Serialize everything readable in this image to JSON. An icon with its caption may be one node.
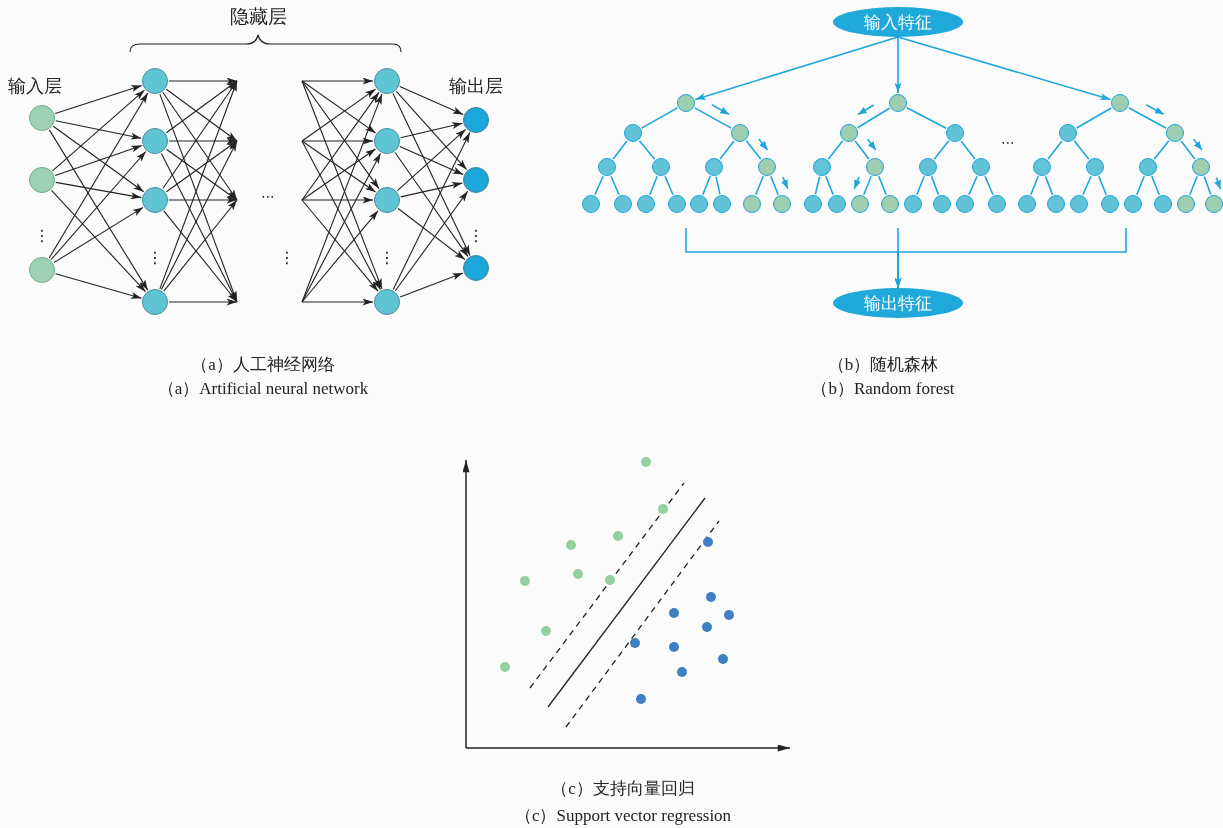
{
  "diagram": {
    "nodes": [
      {
        "text": [],
        "shape": "circle"
      },
      {
        "text": [],
        "shape": "circle"
      },
      {
        "text": [],
        "shape": "circle"
      },
      {
        "text": [],
        "shape": "circle"
      },
      {
        "text": [],
        "shape": "circle"
      },
      {
        "text": [],
        "shape": "circle"
      },
      {
        "text": [],
        "shape": "circle"
      },
      {
        "text": [],
        "shape": "circle"
      },
      {
        "text": [],
        "shape": "circle"
      },
      {
        "text": [],
        "shape": "circle"
      },
      {
        "text": [],
        "shape": "circle"
      },
      {
        "text": [],
        "shape": "circle"
      },
      {
        "text": [],
        "shape": "circle"
      },
      {
        "text": [],
        "shape": "circle"
      },
      {
        "text": [
          "输入特征"
        ]
      },
      {
        "text": [],
        "shape": "circle"
      },
      {
        "text": [],
        "shape": "circle"
      },
      {
        "text": [],
        "shape": "circle"
      },
      {
        "text": [],
        "shape": "circle"
      },
      {
        "text": [],
        "shape": "circle"
      },
      {
        "text": [],
        "shape": "circle"
      },
      {
        "text": [],
        "shape": "circle"
      },
      {
        "text": [],
        "shape": "circle"
      },
      {
        "text": [],
        "shape": "circle"
      },
      {
        "text": [],
        "shape": "circle"
      },
      {
        "text": [],
        "shape": "circle"
      },
      {
        "text": [],
        "shape": "circle"
      },
      {
        "text": [],
        "shape": "circle"
      },
      {
        "text": [],
        "shape": "circle"
      },
      {
        "text": [],
        "shape": "circle"
      },
      {
        "text": [],
        "shape": "circle"
      },
      {
        "text": [],
        "shape": "circle"
      },
      {
        "text": [],
        "shape": "circle"
      },
      {
        "text": [],
        "shape": "circle"
      },
      {
        "text": [],
        "shape": "circle"
      },
      {
        "text": [],
        "shape": "circle"
      },
      {
        "text": [],
        "shape": "circle"
      },
      {
        "text": [],
        "shape": "circle"
      },
      {
        "text": [],
        "shape": "circle"
      },
      {
        "text": [],
        "shape": "circle"
      },
      {
        "text": [],
        "shape": "circle"
      },
      {
        "text": [],
        "shape": "circle"
      },
      {
        "text": [],
        "shape": "circle"
      },
      {
        "text": [],
        "shape": "circle"
      },
      {
        "text": [],
        "shape": "circle"
      },
      {
        "text": [],
        "shape": "circle"
      },
      {
        "text": [],
        "shape": "circle"
      },
      {
        "text": [],
        "shape": "circle"
      },
      {
        "text": [],
        "shape": "circle"
      },
      {
        "text": [],
        "shape": "circle"
      },
      {
        "text": [],
        "shape": "circle"
      },
      {
        "text": [],
        "shape": "circle"
      },
      {
        "text": [],
        "shape": "circle"
      },
      {
        "text": [],
        "shape": "circle"
      },
      {
        "text": [],
        "shape": "circle"
      },
      {
        "text": [],
        "shape": "circle"
      },
      {
        "text": [],
        "shape": "circle"
      },
      {
        "text": [],
        "shape": "circle"
      },
      {
        "text": [],
        "shape": "circle"
      },
      {
        "text": [],
        "shape": "circle"
      },
      {
        "text": [
          "输出特征"
        ]
      }
    ],
    "edges": [
      {
        "from": 0,
        "to": 3,
        "arrow": "to"
      },
      {
        "from": 0,
        "to": 4,
        "arrow": "to"
      },
      {
        "from": 0,
        "to": 5,
        "arrow": "to"
      },
      {
        "from": 0,
        "to": 6,
        "arrow": "to"
      },
      {
        "from": 1,
        "to": 3,
        "arrow": "to"
      },
      {
        "from": 1,
        "to": 4,
        "arrow": "to"
      },
      {
        "from": 1,
        "to": 5,
        "arrow": "to"
      },
      {
        "from": 1,
        "to": 6,
        "arrow": "to"
      },
      {
        "from": 2,
        "to": 3,
        "arrow": "to"
      },
      {
        "from": 2,
        "to": 4,
        "arrow": "to"
      },
      {
        "from": 2,
        "to": 5,
        "arrow": "to"
      },
      {
        "from": 2,
        "to": 6,
        "arrow": "to"
      },
      {
        "from": 3,
        "to": null,
        "arrow": "to"
      },
      {
        "from": 3,
        "to": null,
        "arrow": "to"
      },
      {
        "from": 3,
        "to": null,
        "arrow": "to"
      },
      {
        "from": 3,
        "to": null,
        "arrow": "to"
      },
      {
        "from": 4,
        "to": null,
        "arrow": "to"
      },
      {
        "from": 4,
        "to": null,
        "arrow": "to"
      },
      {
        "from": 4,
        "to": null,
        "arrow": "to"
      },
      {
        "from": 4,
        "to": null,
        "arrow": "to"
      },
      {
        "from": 5,
        "to": null,
        "arrow": "to"
      },
      {
        "from": 5,
        "to": null,
        "arrow": "to"
      },
      {
        "from": 5,
        "to": null,
        "arrow": "to"
      },
      {
        "from": 5,
        "to": null,
        "arrow": "to"
      },
      {
        "from": 6,
        "to": null,
        "arrow": "to"
      },
      {
        "from": 6,
        "to": null,
        "arrow": "to"
      },
      {
        "from": 6,
        "to": null,
        "arrow": "to"
      },
      {
        "from": 6,
        "to": null,
        "arrow": "to"
      },
      {
        "from": null,
        "to": 7,
        "arrow": "to"
      },
      {
        "from": null,
        "to": 7,
        "arrow": "to"
      },
      {
        "from": null,
        "to": 7,
        "arrow": "to"
      },
      {
        "from": null,
        "to": 7,
        "arrow": "to"
      },
      {
        "from": null,
        "to": 8,
        "arrow": "to"
      },
      {
        "from": null,
        "to": 8,
        "arrow": "to"
      },
      {
        "from": null,
        "to": 8,
        "arrow": "to"
      },
      {
        "from": null,
        "to": 8,
        "arrow": "to"
      },
      {
        "from": null,
        "to": 9,
        "arrow": "to"
      },
      {
        "from": null,
        "to": 9,
        "arrow": "to"
      },
      {
        "from": null,
        "to": 9,
        "arrow": "to"
      },
      {
        "from": null,
        "to": 9,
        "arrow": "to"
      },
      {
        "from": null,
        "to": 10,
        "arrow": "to"
      },
      {
        "from": null,
        "to": 10,
        "arrow": "to"
      },
      {
        "from": null,
        "to": 10,
        "arrow": "to"
      },
      {
        "from": null,
        "to": 10,
        "arrow": "to"
      },
      {
        "from": 7,
        "to": 11,
        "arrow": "to"
      },
      {
        "from": 7,
        "to": 12,
        "arrow": "to"
      },
      {
        "from": 7,
        "to": 13,
        "arrow": "to"
      },
      {
        "from": 8,
        "to": 11,
        "arrow": "to"
      },
      {
        "from": 8,
        "to": 12,
        "arrow": "to"
      },
      {
        "from": 8,
        "to": 13,
        "arrow": "to"
      },
      {
        "from": 9,
        "to": 11,
        "arrow": "to"
      },
      {
        "from": 9,
        "to": 12,
        "arrow": "to"
      },
      {
        "from": 9,
        "to": 13,
        "arrow": "to"
      },
      {
        "from": 10,
        "to": 11,
        "arrow": "to"
      },
      {
        "from": 10,
        "to": 12,
        "arrow": "to"
      },
      {
        "from": 10,
        "to": 13,
        "arrow": "to"
      },
      {
        "from": 14,
        "to": 15,
        "arrow": "to",
        "color": "#1ea6dc"
      },
      {
        "from": 14,
        "to": 30,
        "arrow": "to",
        "color": "#1ea6dc"
      },
      {
        "from": 14,
        "to": 45,
        "arrow": "to",
        "color": "#1ea6dc"
      },
      {
        "from": 15,
        "to": 16,
        "arrow": "none",
        "color": "#1ea6dc"
      },
      {
        "from": 15,
        "to": 17,
        "arrow": "none",
        "color": "#1ea6dc"
      },
      {
        "from": 16,
        "to": 18,
        "arrow": "none",
        "color": "#1ea6dc"
      },
      {
        "from": 16,
        "to": 19,
        "arrow": "none",
        "color": "#1ea6dc"
      },
      {
        "from": 17,
        "to": 20,
        "arrow": "none",
        "color": "#1ea6dc"
      },
      {
        "from": 17,
        "to": 21,
        "arrow": "none",
        "color": "#1ea6dc"
      },
      {
        "from": 18,
        "to": 22,
        "arrow": "none",
        "color": "#1ea6dc"
      },
      {
        "from": 18,
        "to": 23,
        "arrow": "none",
        "color": "#1ea6dc"
      },
      {
        "from": 19,
        "to": 24,
        "arrow": "none",
        "color": "#1ea6dc"
      },
      {
        "from": 19,
        "to": 25,
        "arrow": "none",
        "color": "#1ea6dc"
      },
      {
        "from": 20,
        "to": 26,
        "arrow": "none",
        "color": "#1ea6dc"
      },
      {
        "from": 20,
        "to": 27,
        "arrow": "none",
        "color": "#1ea6dc"
      },
      {
        "from": 21,
        "to": 28,
        "arrow": "none",
        "color": "#1ea6dc"
      },
      {
        "from": 21,
        "to": 29,
        "arrow": "none",
        "color": "#1ea6dc"
      },
      {
        "from": 30,
        "to": 31,
        "arrow": "none",
        "color": "#1ea6dc"
      },
      {
        "from": 30,
        "to": 32,
        "arrow": "none",
        "color": "#1ea6dc"
      },
      {
        "from": 31,
        "to": 33,
        "arrow": "none",
        "color": "#1ea6dc"
      },
      {
        "from": 31,
        "to": 34,
        "arrow": "none",
        "color": "#1ea6dc"
      },
      {
        "from": 32,
        "to": 35,
        "arrow": "none",
        "color": "#1ea6dc"
      },
      {
        "from": 32,
        "to": 36,
        "arrow": "none",
        "color": "#1ea6dc"
      },
      {
        "from": 33,
        "to": 37,
        "arrow": "none",
        "color": "#1ea6dc"
      },
      {
        "from": 33,
        "to": 38,
        "arrow": "none",
        "color": "#1ea6dc"
      },
      {
        "from": 34,
        "to": 39,
        "arrow": "none",
        "color": "#1ea6dc"
      },
      {
        "from": 34,
        "to": 40,
        "arrow": "none",
        "color": "#1ea6dc"
      },
      {
        "from": 35,
        "to": 41,
        "arrow": "none",
        "color": "#1ea6dc"
      },
      {
        "from": 35,
        "to": 42,
        "arrow": "none",
        "color": "#1ea6dc"
      },
      {
        "from": 36,
        "to": 43,
        "arrow": "none",
        "color": "#1ea6dc"
      },
      {
        "from": 36,
        "to": 44,
        "arrow": "none",
        "color": "#1ea6dc"
      },
      {
        "from": 45,
        "to": 46,
        "arrow": "none",
        "color": "#1ea6dc"
      },
      {
        "from": 45,
        "to": 47,
        "arrow": "none",
        "color": "#1ea6dc"
      },
      {
        "from": 46,
        "to": 48,
        "arrow": "none",
        "color": "#1ea6dc"
      },
      {
        "from": 46,
        "to": 49,
        "arrow": "none",
        "color": "#1ea6dc"
      },
      {
        "from": 47,
        "to": 50,
        "arrow": "none",
        "color": "#1ea6dc"
      },
      {
        "from": 47,
        "to": 51,
        "arrow": "none",
        "color": "#1ea6dc"
      },
      {
        "from": 48,
        "to": 52,
        "arrow": "none",
        "color": "#1ea6dc"
      },
      {
        "from": 48,
        "to": 53,
        "arrow": "none",
        "color": "#1ea6dc"
      },
      {
        "from": 49,
        "to": 54,
        "arrow": "none",
        "color": "#1ea6dc"
      },
      {
        "from": 49,
        "to": 55,
        "arrow": "none",
        "color": "#1ea6dc"
      },
      {
        "from": 50,
        "to": 56,
        "arrow": "none",
        "color": "#1ea6dc"
      },
      {
        "from": 50,
        "to": 57,
        "arrow": "none",
        "color": "#1ea6dc"
      },
      {
        "from": 51,
        "to": 58,
        "arrow": "none",
        "color": "#1ea6dc"
      },
      {
        "from": 51,
        "to": 59,
        "arrow": "none",
        "color": "#1ea6dc"
      },
      {
        "from": null,
        "to": 60,
        "arrow": "to",
        "color": "#1ea6dc"
      },
      {
        "from": null,
        "to": 60,
        "arrow": "to",
        "color": "#1ea6dc"
      },
      {
        "from": null,
        "to": 60,
        "arrow": "to",
        "color": "#1ea6dc"
      }
    ],
    "labels": [
      "隐藏层",
      "输入层",
      "输出层",
      "⋯",
      "⋯",
      "⋮",
      "⋮",
      "⋮",
      "⋮",
      "⋮",
      "（a）人工神经网络",
      "（b）随机森林",
      "（a）Artificial neural network",
      "（b）Random forest",
      "（c）支持向量回归",
      "（c）Support vector regression"
    ]
  }
}
